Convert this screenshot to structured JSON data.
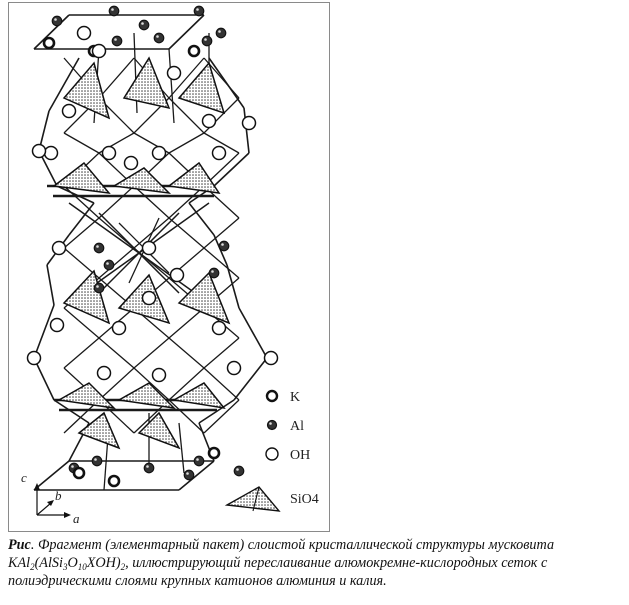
{
  "figure": {
    "legend": [
      {
        "symbol": "k-atom",
        "label": "K"
      },
      {
        "symbol": "al-atom",
        "label": "Al"
      },
      {
        "symbol": "oh-atom",
        "label": "OH"
      },
      {
        "symbol": "sio4-tetrahedron",
        "label": "SiO4"
      }
    ],
    "axes": {
      "c": "c",
      "b": "b",
      "a": "a"
    }
  },
  "caption": {
    "prefix": "Рис",
    "text_1": ". Фрагмент (элементарный пакет) слоистой кристаллической структуры мусковита KAl",
    "sub_1": "2",
    "text_2": "(AlSi",
    "sub_2": "3",
    "text_3": "O",
    "sub_3": "10",
    "text_4": "XOH)",
    "sub_4": "2",
    "text_5": ", иллюстрирующий переслаивание алюмокремне-кислородных сеток с полиэдрическими слоями крупных катионов алюминия и калия."
  }
}
